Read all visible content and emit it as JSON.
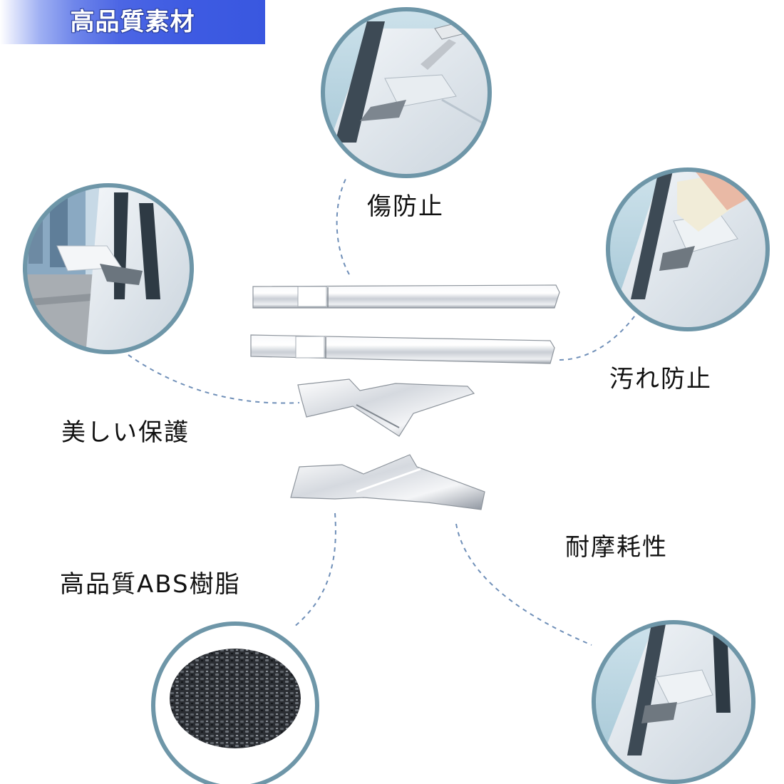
{
  "banner": {
    "title": "高品質素材",
    "accent_color": "#3e5be2"
  },
  "features": {
    "scratch": "傷防止",
    "dirt": "汚れ防止",
    "beauty": "美しい保護",
    "wear": "耐摩耗性",
    "abs": "高品質ABS樹脂"
  },
  "colors": {
    "circle_border": "#6e96a8",
    "dashed_line": "#6f8fb8",
    "chrome": "#d9dde2"
  },
  "icons": {
    "scratch_photo": "mirror-scratch-icon",
    "dirt_photo": "cloth-wipe-icon",
    "beauty_photo": "mirror-garnish-icon",
    "abs_photo": "abs-pellets-icon",
    "wear_photo": "door-mirror-icon"
  }
}
